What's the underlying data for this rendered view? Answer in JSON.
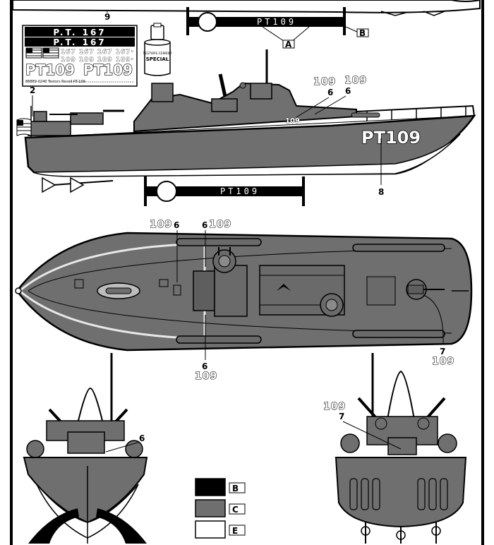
{
  "colors": {
    "hull_gray": "#6f6f6f",
    "deck_gray": "#7a7a7a",
    "black": "#000000",
    "white": "#ffffff",
    "light_line": "#d8d8d8"
  },
  "decal_sheet": {
    "pt167_top": "P.T. 167",
    "pt167_bottom": "P.T. 167",
    "small_numbers_row1": "167 167 167 167·",
    "small_numbers_row2": "109 109 109 109·",
    "big_pt109_left": "PT109",
    "big_pt109_right": "PT109",
    "fine_print_left": "88889-0240",
    "fine_print_mid": "Testors Revell PT-109"
  },
  "paint_can": {
    "label": "SPECIAL"
  },
  "nameplates": {
    "top": "PT109",
    "middle": "PT109"
  },
  "hull_markings": {
    "side_number": "PT109",
    "small_number": "109"
  },
  "callouts": {
    "c9": "9",
    "cA": "A",
    "cB": "B",
    "c2": "2",
    "side_109_a": "109",
    "side_109_b": "109",
    "side_6_a": "6",
    "side_6_b": "6",
    "c8": "8",
    "top_109_left": "109",
    "top_6_left": "6",
    "top_6_right": "6",
    "top_109_right": "109",
    "bottom_6": "6",
    "bottom_109": "109",
    "c7": "7",
    "c7_109": "109",
    "bow_6": "6",
    "stern_109": "109",
    "stern_7": "7"
  },
  "legend": [
    {
      "color": "#000000",
      "letter": "B"
    },
    {
      "color": "#6f6f6f",
      "letter": "C"
    },
    {
      "color": "#ffffff",
      "letter": "E"
    }
  ]
}
